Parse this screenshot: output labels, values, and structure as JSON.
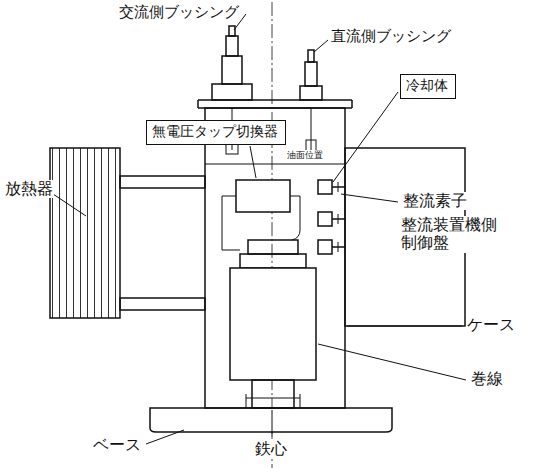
{
  "diagram": {
    "nodes": [
      {
        "text": [
          "無電圧タップ切換器"
        ]
      },
      {
        "text": [
          "冷却体"
        ]
      }
    ],
    "labels": [
      "交流側ブッシング",
      "直流側ブッシング",
      "油面位置",
      "整流素子",
      "放熱器",
      "整流装置機側 制御盤",
      "ケース",
      "巻線",
      "ベース",
      "鉄心"
    ]
  }
}
